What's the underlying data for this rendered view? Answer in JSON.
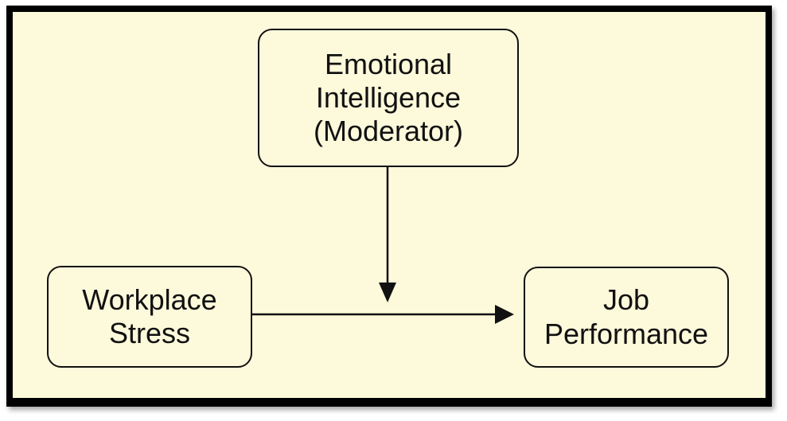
{
  "diagram": {
    "title": "",
    "background_color": "#fdf9db",
    "border_color": "#000000",
    "nodes": [
      {
        "id": "emotional-intelligence",
        "lines": [
          "Emotional",
          "Intelligence",
          "(Moderator)"
        ],
        "role": "moderator"
      },
      {
        "id": "workplace-stress",
        "lines": [
          "Workplace",
          "Stress"
        ],
        "role": "independent-variable"
      },
      {
        "id": "job-performance",
        "lines": [
          "Job",
          "Performance"
        ],
        "role": "dependent-variable"
      }
    ],
    "edges": [
      {
        "from": "workplace-stress",
        "to": "job-performance",
        "type": "arrow"
      },
      {
        "from": "emotional-intelligence",
        "to": "workplace-stress->job-performance",
        "type": "arrow",
        "note": "moderation arrow pointing at the main path"
      }
    ]
  }
}
